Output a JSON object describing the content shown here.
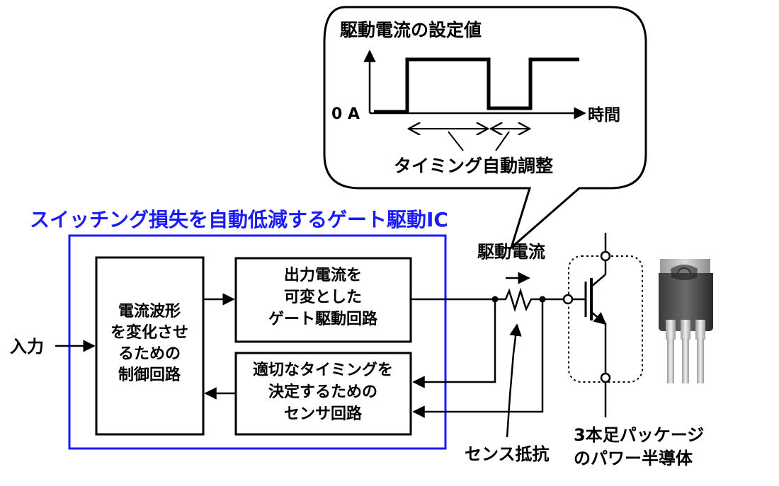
{
  "callout": {
    "title": "駆動電流の設定値",
    "zero_label": "0 A",
    "time_label": "時間",
    "timing_label": "タイミング自動調整"
  },
  "ic": {
    "title": "スイッチング損失を自動低減するゲート駆動IC",
    "border_color": "#1a1aff"
  },
  "input_label": "入力",
  "blocks": {
    "control": [
      "電流波形",
      "を変化させ",
      "るための",
      "制御回路"
    ],
    "gate_driver": [
      "出力電流を",
      "可変とした",
      "ゲート駆動回路"
    ],
    "sensor": [
      "適切なタイミングを",
      "決定するための",
      "センサ回路"
    ]
  },
  "drive_current_label": "駆動電流",
  "sense_resistor_label": "センス抵抗",
  "power_device_label": [
    "3本足パッケージ",
    "のパワー半導体"
  ]
}
